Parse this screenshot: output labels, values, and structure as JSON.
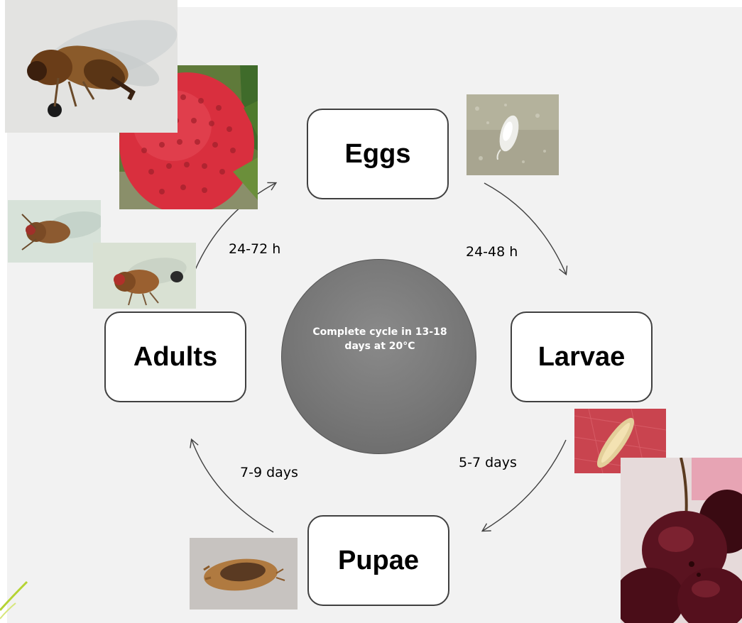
{
  "diagram": {
    "center": {
      "text": "Complete cycle in 13-18 days at 20°C"
    },
    "stages": {
      "eggs": "Eggs",
      "larvae": "Larvae",
      "pupae": "Pupae",
      "adults": "Adults"
    },
    "durations": {
      "eggs_to_larvae": "24-48 h",
      "larvae_to_pupae": "5-7 days",
      "pupae_to_adults": "7-9 days",
      "adults_to_eggs": "24-72 h"
    }
  },
  "colors": {
    "panel_background": "#f2f2f2",
    "box_border": "#404040",
    "circle_fill": "#777777",
    "arrow": "#404040",
    "accent_leaf": "#b5d334"
  },
  "photos": [
    "fly-adult-large-photo",
    "strawberry-photo",
    "egg-photo",
    "fly-adult-small-photo",
    "fly-adult-spotted-photo",
    "larva-photo",
    "cherries-photo",
    "pupa-photo"
  ]
}
